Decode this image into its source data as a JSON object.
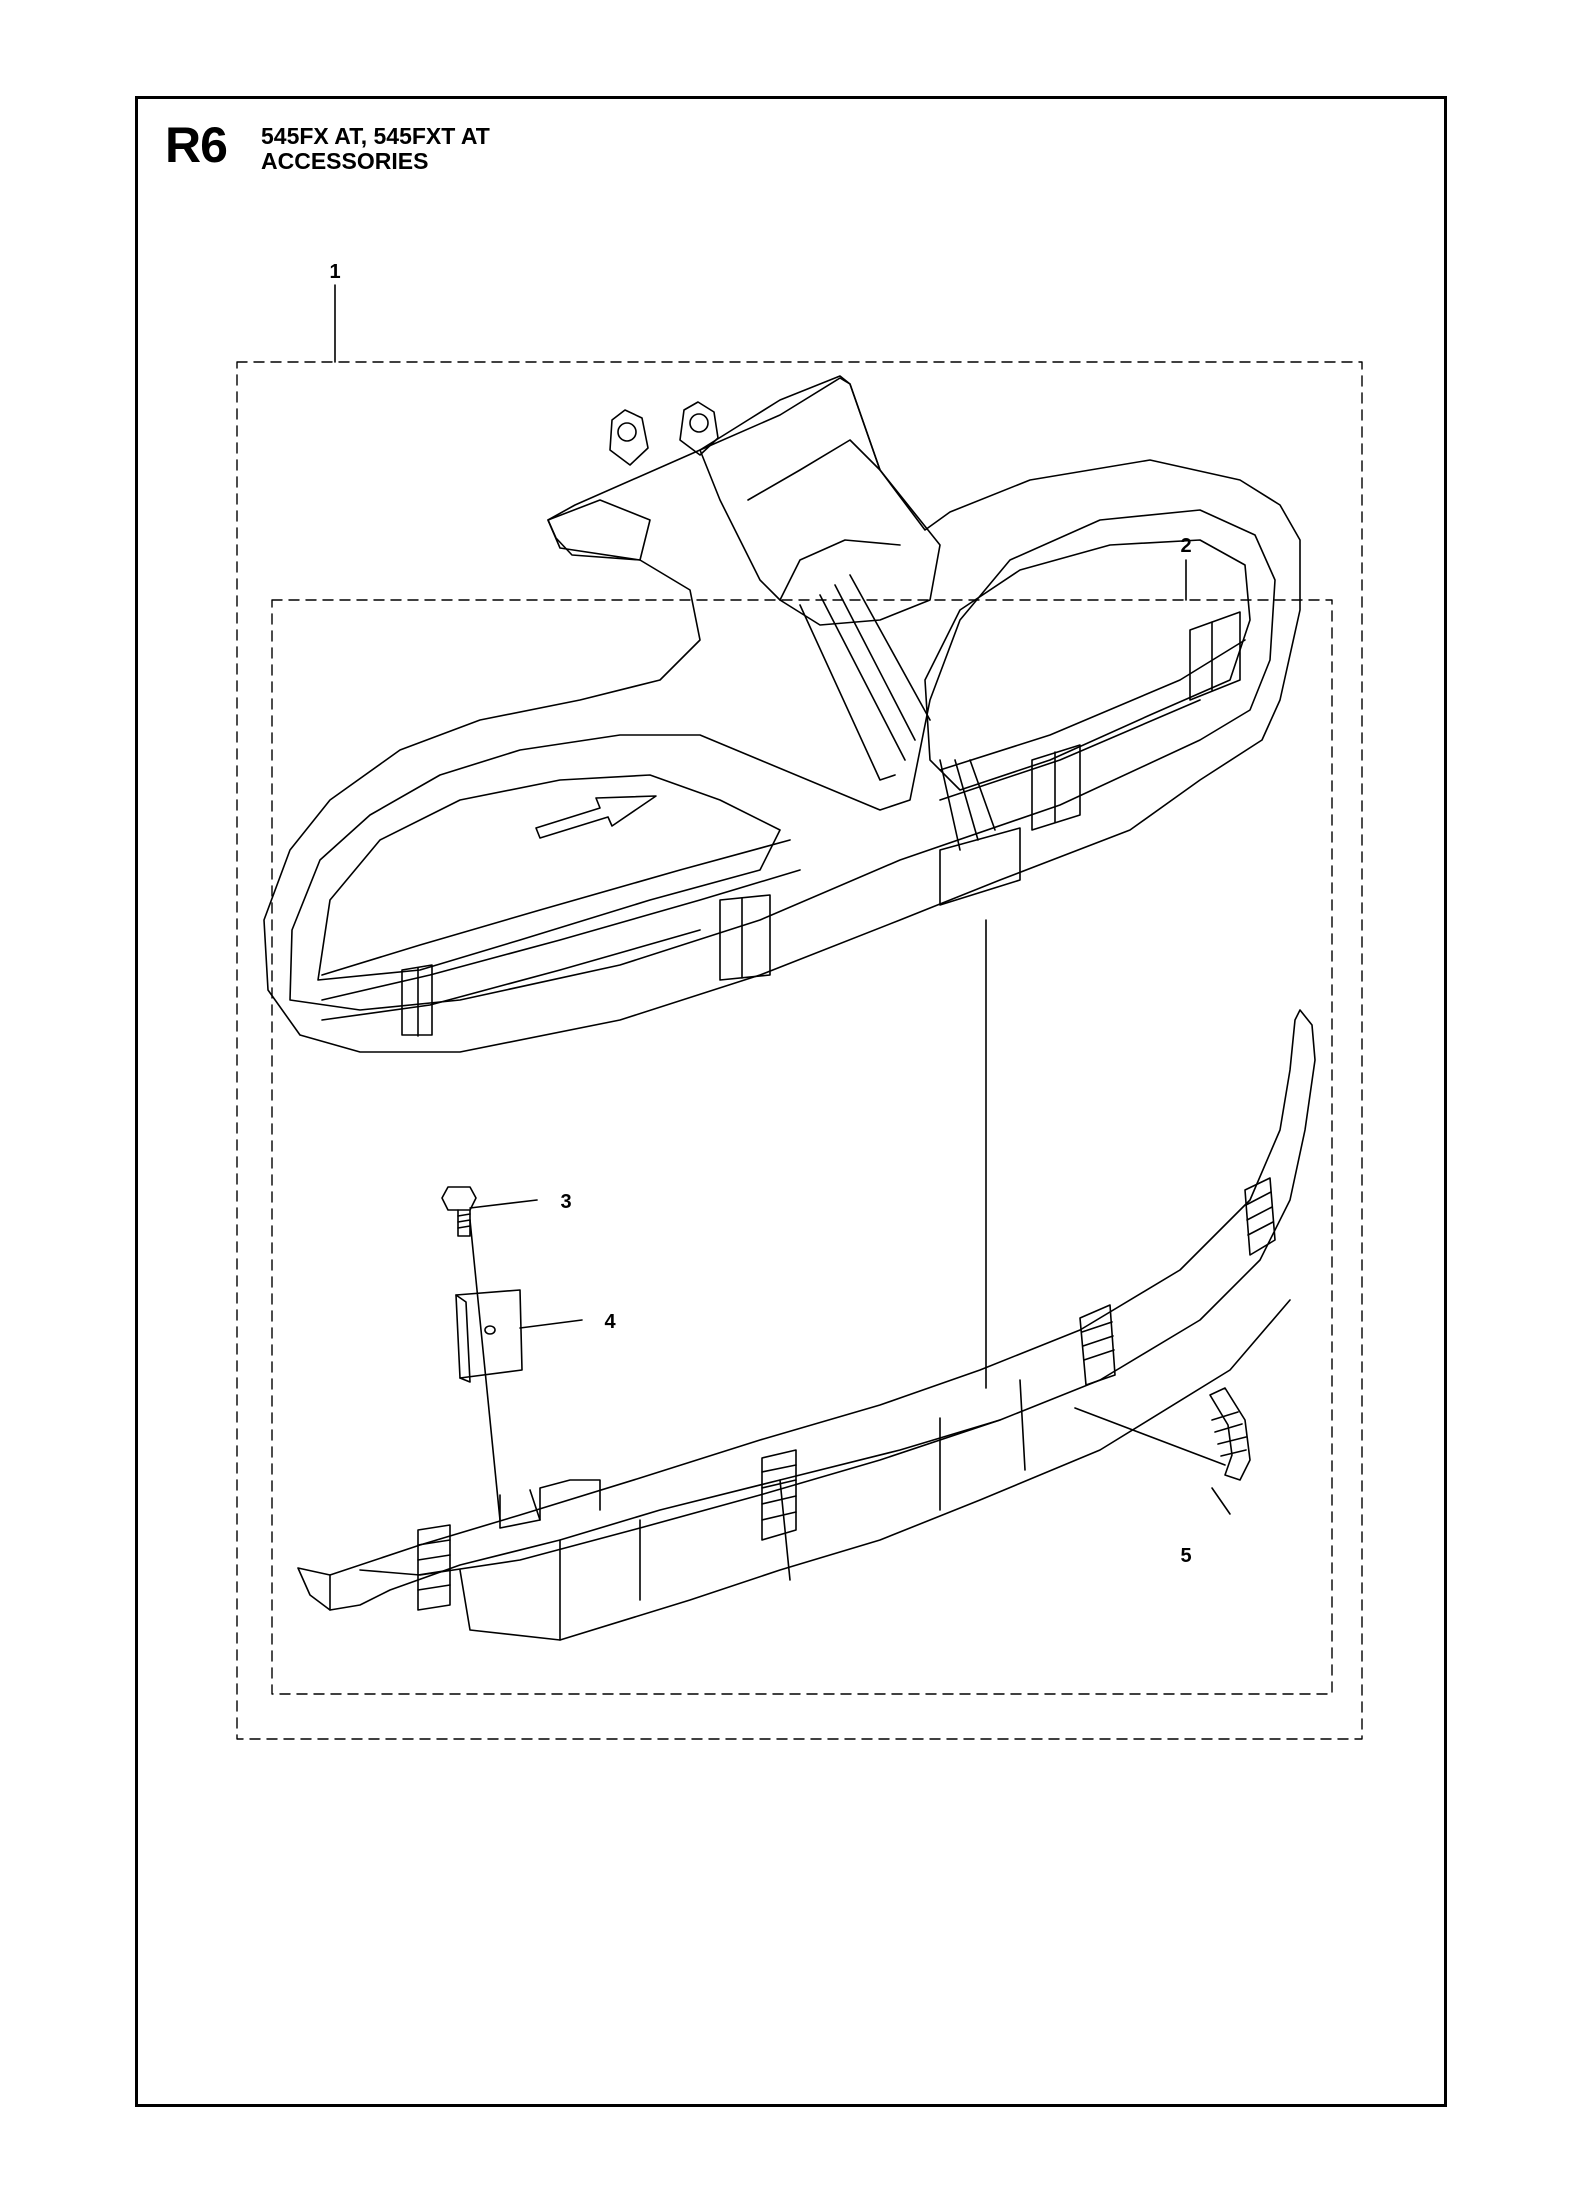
{
  "header": {
    "code": "R6",
    "model": "545FX AT, 545FXT AT",
    "subtitle": "ACCESSORIES"
  },
  "callouts": [
    "1",
    "2",
    "3",
    "4",
    "5"
  ]
}
